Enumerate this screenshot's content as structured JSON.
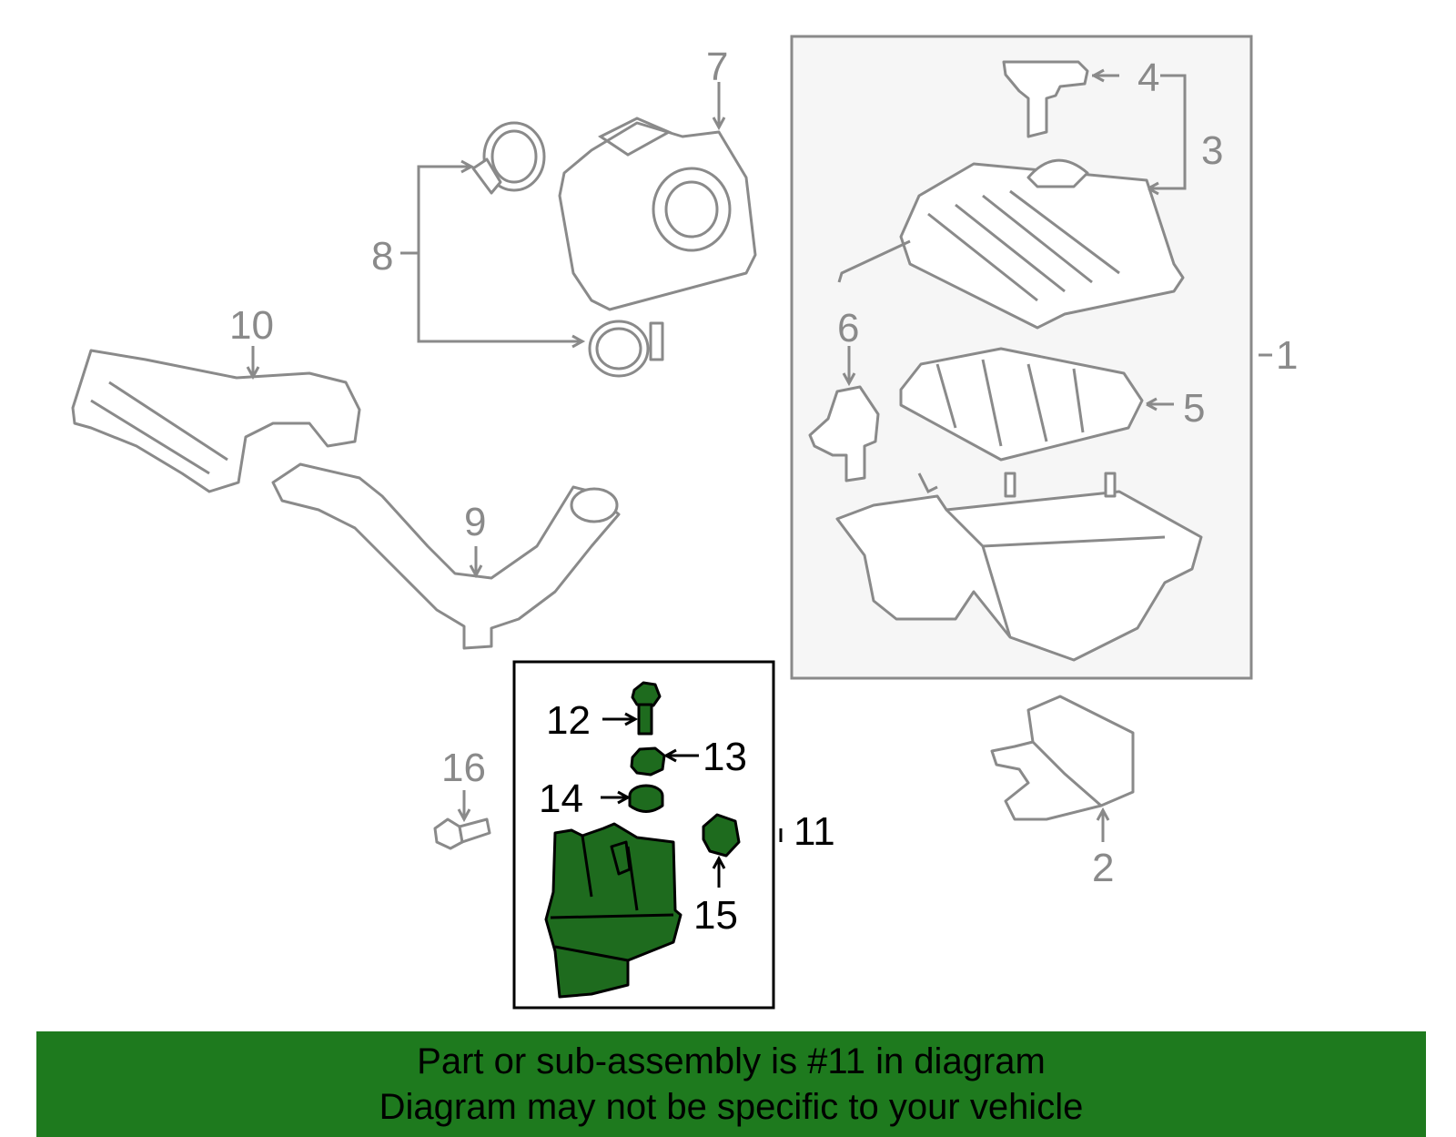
{
  "callouts": {
    "c1": "1",
    "c2": "2",
    "c3": "3",
    "c4": "4",
    "c5": "5",
    "c6": "6",
    "c7": "7",
    "c8": "8",
    "c9": "9",
    "c10": "10",
    "c11": "11",
    "c12": "12",
    "c13": "13",
    "c14": "14",
    "c15": "15",
    "c16": "16"
  },
  "banner": {
    "line1": "Part or sub-assembly is #11 in diagram",
    "line2": "Diagram may not be specific to your vehicle"
  },
  "colors": {
    "highlight": "#1e6b1e",
    "banner": "#1e7a1e",
    "line": "#8a8a8a"
  }
}
